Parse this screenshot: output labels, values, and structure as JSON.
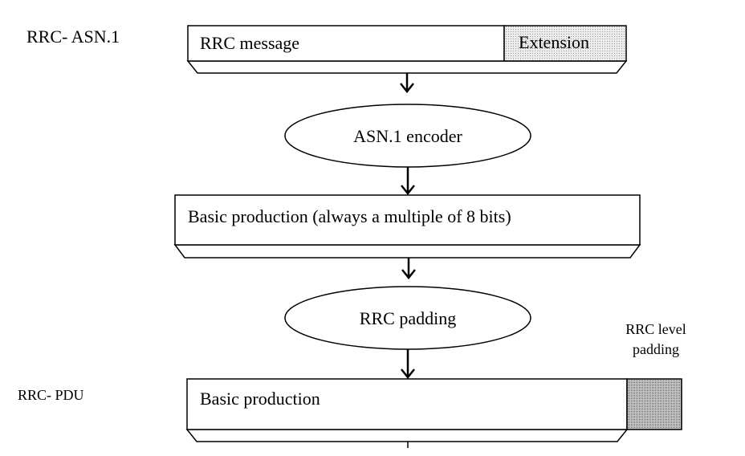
{
  "labels": {
    "rrc_asn1": "RRC- ASN.1",
    "rrc_pdu": "RRC- PDU",
    "rrc_level_padding_line1": "RRC level",
    "rrc_level_padding_line2": "padding"
  },
  "blocks": {
    "rrc_message": "RRC message",
    "extension": "Extension",
    "basic_production_full": "Basic production (always a multiple of 8 bits)",
    "basic_production": "Basic production"
  },
  "processes": {
    "asn1_encoder": "ASN.1 encoder",
    "rrc_padding": "RRC padding"
  }
}
